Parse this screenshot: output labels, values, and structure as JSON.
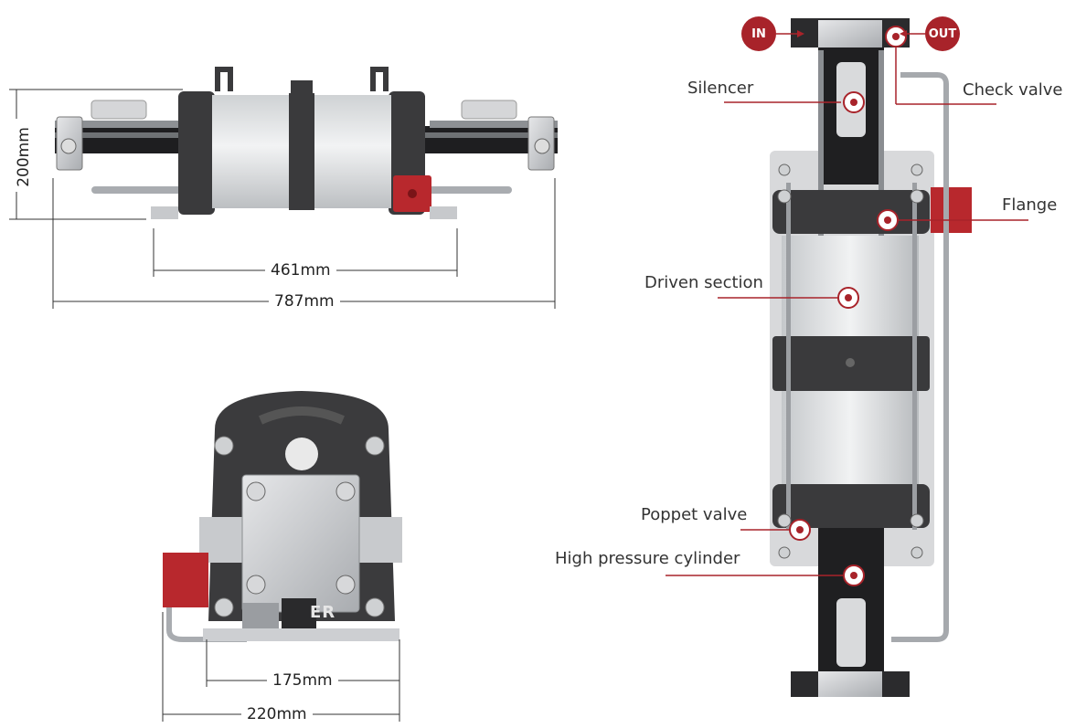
{
  "dimensions": {
    "height_side": "200mm",
    "mount_width_side": "461mm",
    "total_length_side": "787mm",
    "mount_width_end": "175mm",
    "total_width_end": "220mm"
  },
  "ports": {
    "inlet": "IN",
    "outlet": "OUT"
  },
  "callouts": {
    "silencer": "Silencer",
    "check_valve": "Check valve",
    "flange": "Flange",
    "driven_section": "Driven section",
    "poppet_valve": "Poppet valve",
    "high_pressure_cylinder": "High pressure cylinder"
  },
  "end_view_plate_text": "ER",
  "colors": {
    "accent_red": "#a8232a",
    "body_dark": "#3a3a3c",
    "cylinder_light": "#e4e6e8",
    "steel": "#b9bcc0"
  }
}
